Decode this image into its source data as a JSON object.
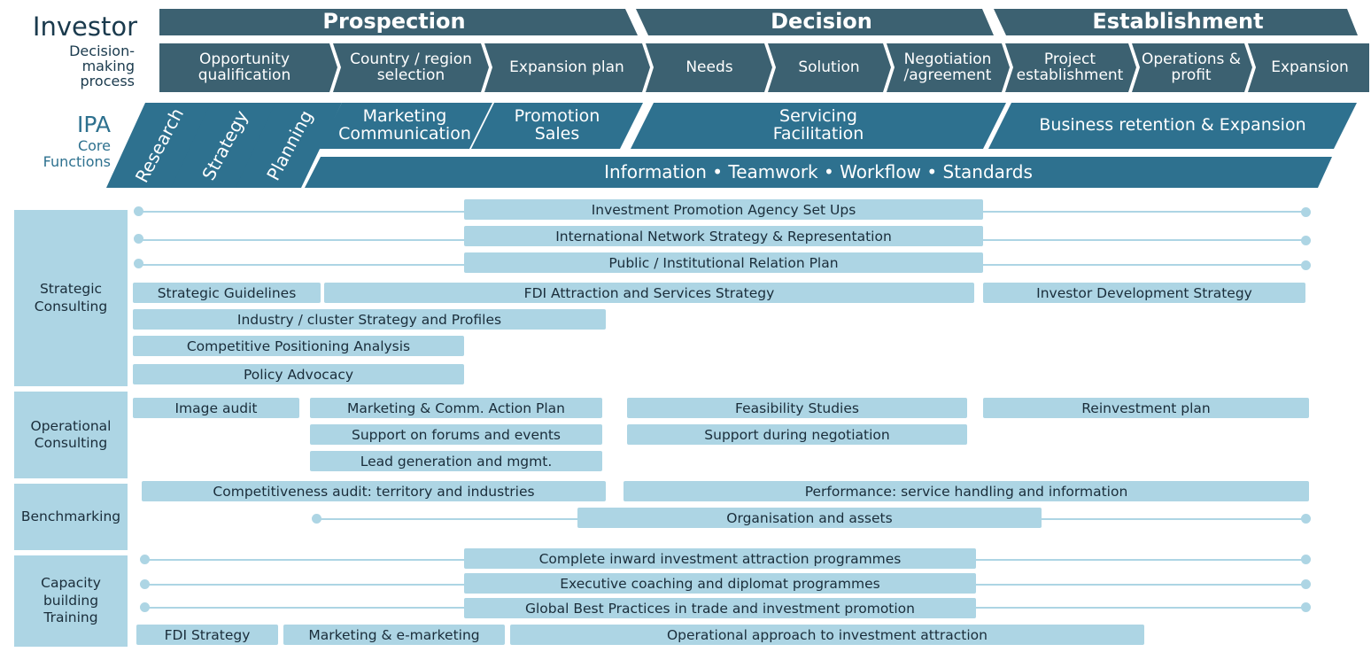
{
  "colors": {
    "investor_dark": "#3c6171",
    "ipa_blue": "#2e718f",
    "service_fill": "#add5e4",
    "service_text": "#1a2d3a"
  },
  "investor": {
    "title": "Investor",
    "subtitle": "Decision-\nmaking\nprocess",
    "phases": [
      "Prospection",
      "Decision",
      "Establishment"
    ],
    "stages": [
      "Opportunity\nqualification",
      "Country / region\nselection",
      "Expansion plan",
      "Needs",
      "Solution",
      "Negotiation\n/agreement",
      "Project\nestablishment",
      "Operations &\nprofit",
      "Expansion"
    ]
  },
  "ipa": {
    "title": "IPA",
    "subtitle": "Core\nFunctions",
    "rotated": [
      "Research",
      "Strategy",
      "Planning"
    ],
    "functions": [
      "Marketing\nCommunication",
      "Promotion\nSales",
      "Servicing\nFacilitation",
      "Business retention & Expansion"
    ],
    "info_bar": "Information • Teamwork • Workflow • Standards"
  },
  "categories": [
    "Strategic\nConsulting",
    "Operational\nConsulting",
    "Benchmarking",
    "Capacity\nbuilding\nTraining"
  ],
  "services": {
    "strategic": [
      "Investment Promotion Agency Set Ups",
      "International Network Strategy & Representation",
      "Public / Institutional Relation Plan",
      "Strategic Guidelines",
      "FDI Attraction  and Services Strategy",
      "Investor Development Strategy",
      "Industry / cluster Strategy and Profiles",
      "Competitive Positioning Analysis",
      "Policy Advocacy"
    ],
    "operational": [
      "Image audit",
      "Marketing & Comm. Action Plan",
      "Feasibility Studies",
      "Reinvestment plan",
      "Support on forums and events",
      "Support during negotiation",
      "Lead generation and mgmt."
    ],
    "benchmarking": [
      "Competitiveness audit: territory and industries",
      "Performance: service handling and information",
      "Organisation and assets"
    ],
    "capacity": [
      "Complete inward investment attraction programmes",
      "Executive coaching and diplomat programmes",
      "Global Best Practices in trade and investment promotion",
      "FDI Strategy",
      "Marketing & e-marketing",
      "Operational approach to investment attraction"
    ]
  }
}
